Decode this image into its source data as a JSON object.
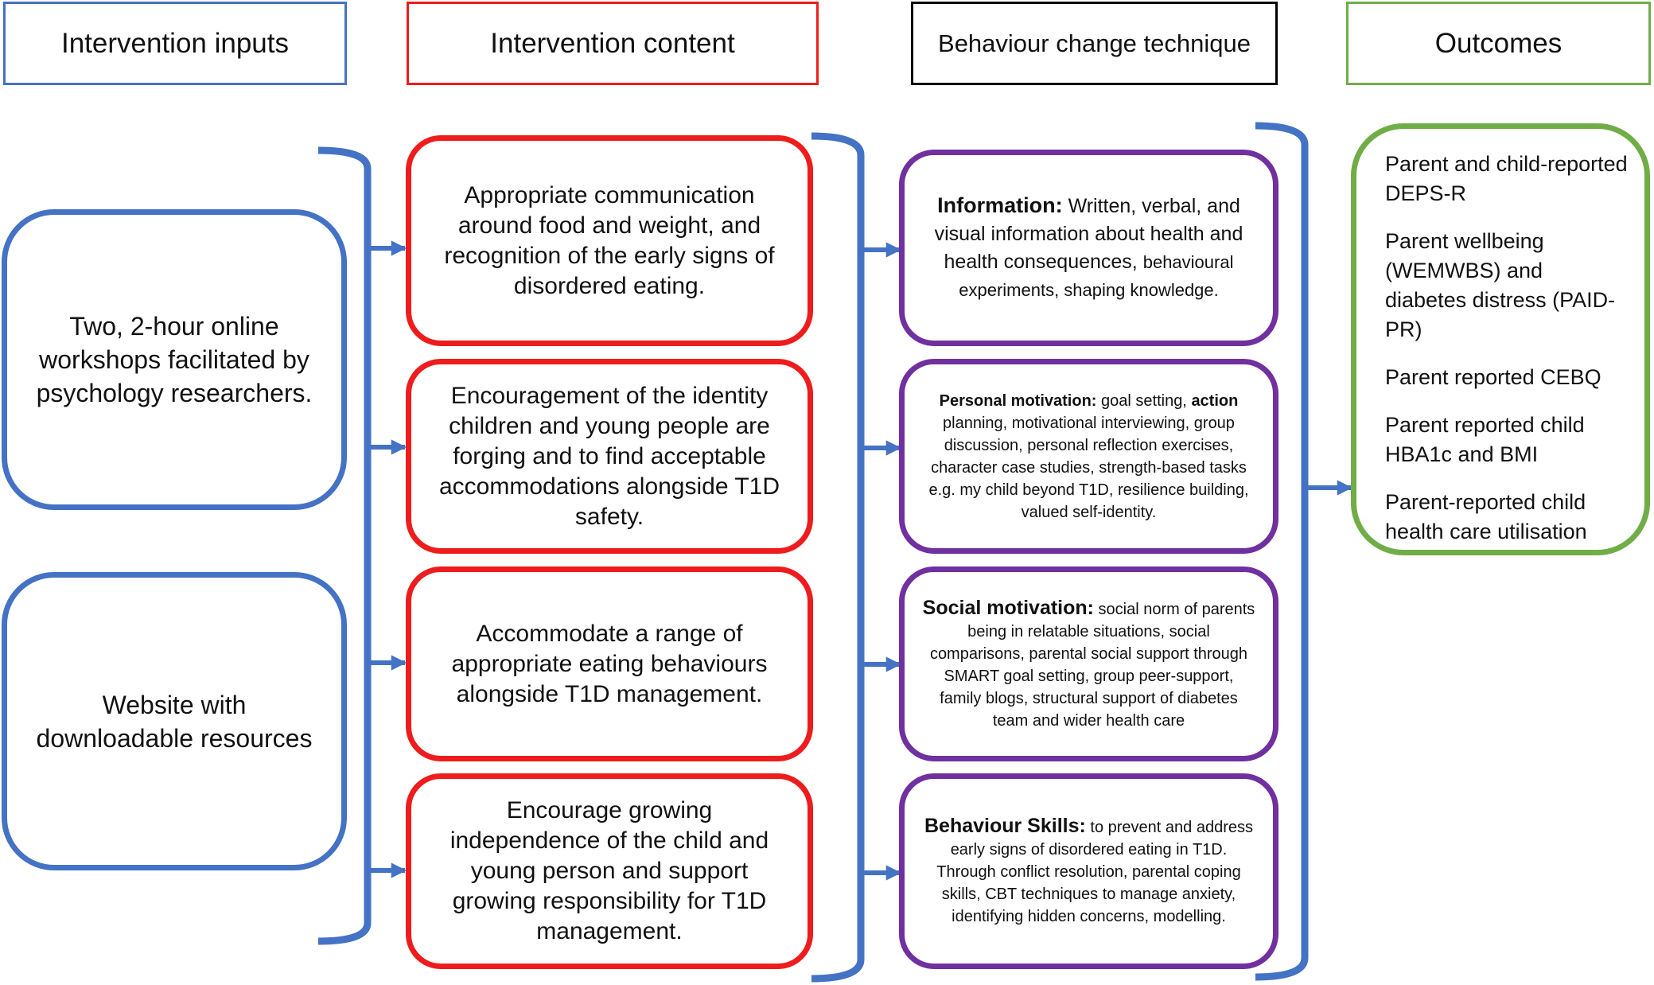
{
  "headers": {
    "inputs": "Intervention inputs",
    "content": "Intervention content",
    "bct": "Behaviour change technique",
    "outcomes": "Outcomes"
  },
  "inputs": [
    "Two, 2-hour online workshops facilitated by psychology researchers.",
    "Website with downloadable resources"
  ],
  "content": [
    "Appropriate communication around food and weight, and recognition of the early signs of disordered eating.",
    "Encouragement of the identity children and young people are forging and to find acceptable accommodations alongside T1D safety.",
    "Accommodate a range of appropriate eating behaviours alongside T1D management.",
    "Encourage growing independence of the child and young person and support growing responsibility for T1D management."
  ],
  "bct": [
    {
      "title": "Information:",
      "lead": "Written, verbal, and visual information about health and health consequences,",
      "text": "behavioural experiments, shaping knowledge."
    },
    {
      "title": "Personal motivation:",
      "pre": "goal setting,",
      "bold": "action",
      "text": "planning, motivational interviewing, group discussion, personal reflection exercises, character case studies, strength-based tasks e.g. my child beyond T1D, resilience building, valued self-identity."
    },
    {
      "title": "Social motivation:",
      "text": "social norm of parents being in relatable situations, social comparisons, parental social support through SMART goal setting, group peer-support, family blogs, structural support of diabetes team and wider health care"
    },
    {
      "title": "Behaviour Skills:",
      "text": "to prevent and address early signs of disordered eating in T1D.  Through conflict resolution, parental coping skills, CBT techniques to manage anxiety, identifying hidden concerns, modelling."
    }
  ],
  "outcomes": [
    "Parent and child-reported DEPS-R",
    "Parent wellbeing (WEMWBS) and diabetes distress (PAID-PR)",
    "Parent reported CEBQ",
    "Parent reported child HBA1c and BMI",
    "Parent-reported child health care utilisation"
  ],
  "colors": {
    "inputs": "#4472C4",
    "content": "#EE1C1C",
    "bct": "#000000",
    "bct_boxes": "#7030A0",
    "outcomes": "#70AD47",
    "connectors": "#4472C4"
  }
}
